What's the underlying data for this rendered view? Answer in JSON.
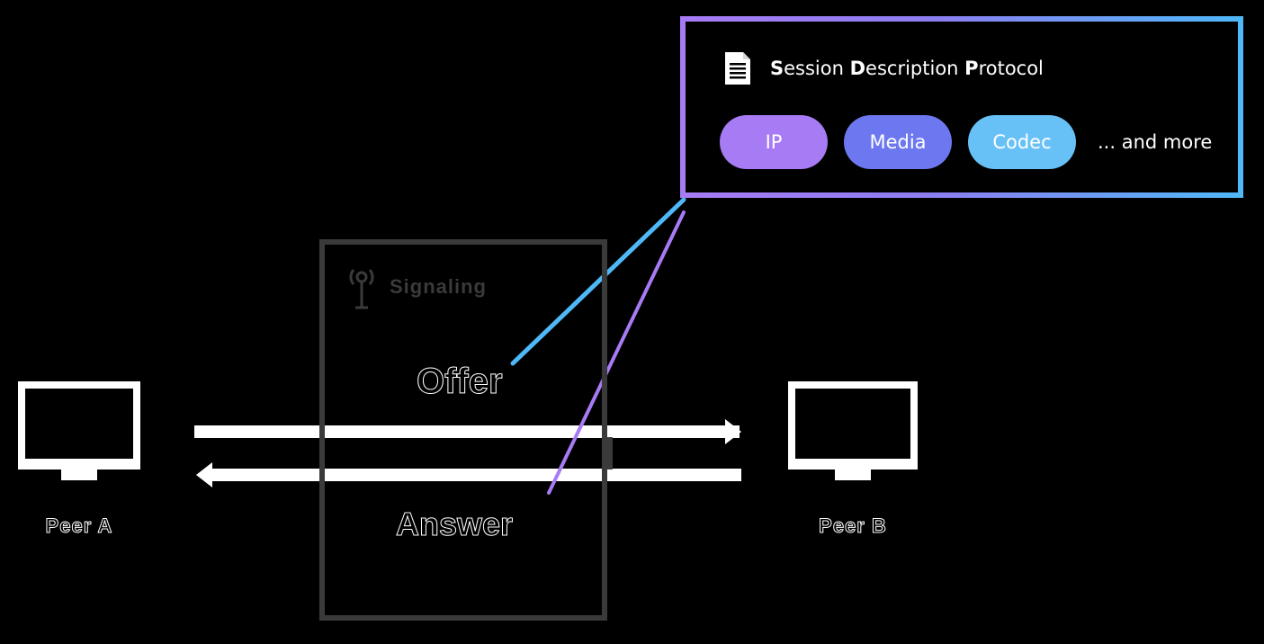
{
  "signaling": {
    "label": "Signaling",
    "offer_label": "Offer",
    "answer_label": "Answer"
  },
  "peers": {
    "a_label": "Peer A",
    "b_label": "Peer B"
  },
  "sdp": {
    "title_s": "S",
    "title_ession": "ession ",
    "title_d": "D",
    "title_escription": "escription ",
    "title_p": "P",
    "title_rotocol": "rotocol",
    "pills": {
      "ip": "IP",
      "media": "Media",
      "codec": "Codec"
    },
    "more": "... and more"
  },
  "colors": {
    "ip": "#a77bf3",
    "media": "#6d78f0",
    "codec": "#67c1f7",
    "offer_line": "#4fb8f7",
    "answer_line": "#a77bf3",
    "signaling_box": "#3a3a3a"
  },
  "icons": {
    "signaling": "signaling-antenna-icon",
    "peer": "monitor-icon",
    "sdp": "document-icon"
  }
}
